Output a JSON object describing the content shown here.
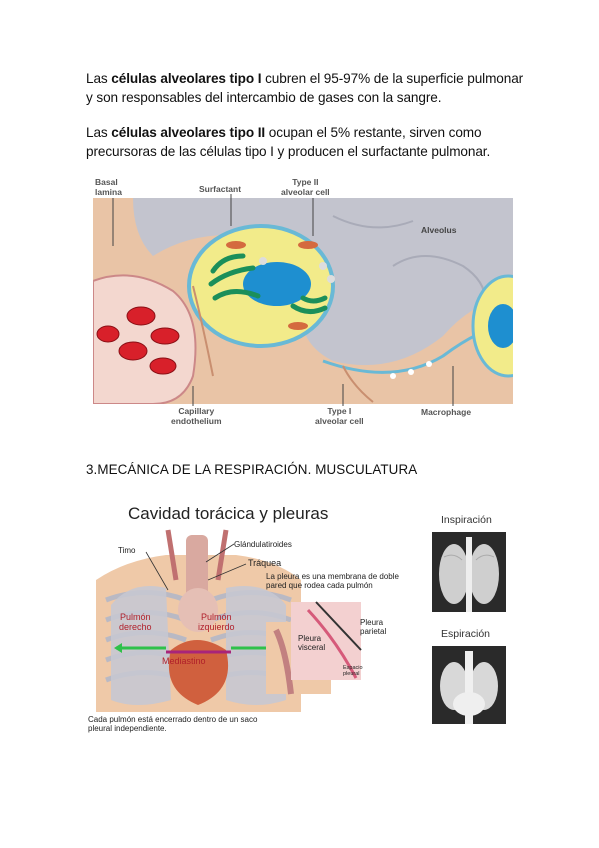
{
  "paragraph1": {
    "pre": "Las ",
    "bold": "células alveolares tipo I",
    "post": " cubren el 95-97% de la superficie pulmonar y son responsables del intercambio de gases con la sangre."
  },
  "paragraph2": {
    "pre": "Las ",
    "bold": "células alveolares tipo II",
    "post": " ocupan el 5% restante, sirven como precursoras de las células tipo I y producen el surfactante pulmonar."
  },
  "alveolus_figure": {
    "labels": {
      "basal_lamina": "Basal\nlamina",
      "surfactant": "Surfactant",
      "type2_cell": "Type II\nalveolar cell",
      "alveolus": "Alveolus",
      "capillary_endothelium": "Capillary\nendothelium",
      "type1_cell": "Type I\nalveolar cell",
      "macrophage": "Macrophage"
    },
    "colors": {
      "tissue": "#e9c4a6",
      "alveolus_space": "#bfc1cc",
      "cell_cytoplasm": "#f2eb8a",
      "nucleus": "#1e8fd0",
      "golgi": "#1b8f5a",
      "blood_cell": "#d8202a"
    }
  },
  "section_heading": "3.MECÁNICA DE LA RESPIRACIÓN. MUSCULATURA",
  "thorax_figure": {
    "title": "Cavidad torácica  y pleuras",
    "labels": {
      "timo": "Timo",
      "glandula": "Glándulatiroides",
      "traquea": "Tráquea",
      "pleura_note": "La pleura es una membrana de doble\npared que rodea cada pulmón",
      "pulmon_derecho": "Pulmón\nderecho",
      "pulmon_izquierdo": "Pulmón\nizquierdo",
      "mediastino": "Mediastino",
      "pleura_parietal": "Pleura\nparietal",
      "pleura_visceral": "Pleura\nvisceral",
      "espacio_pleural": "Espacio\npleural",
      "caption": "Cada pulmón está encerrado dentro de un saco\npleural independiente."
    }
  },
  "xrays": {
    "inspiracion": "Inspiración",
    "espiracion": "Espiración"
  }
}
